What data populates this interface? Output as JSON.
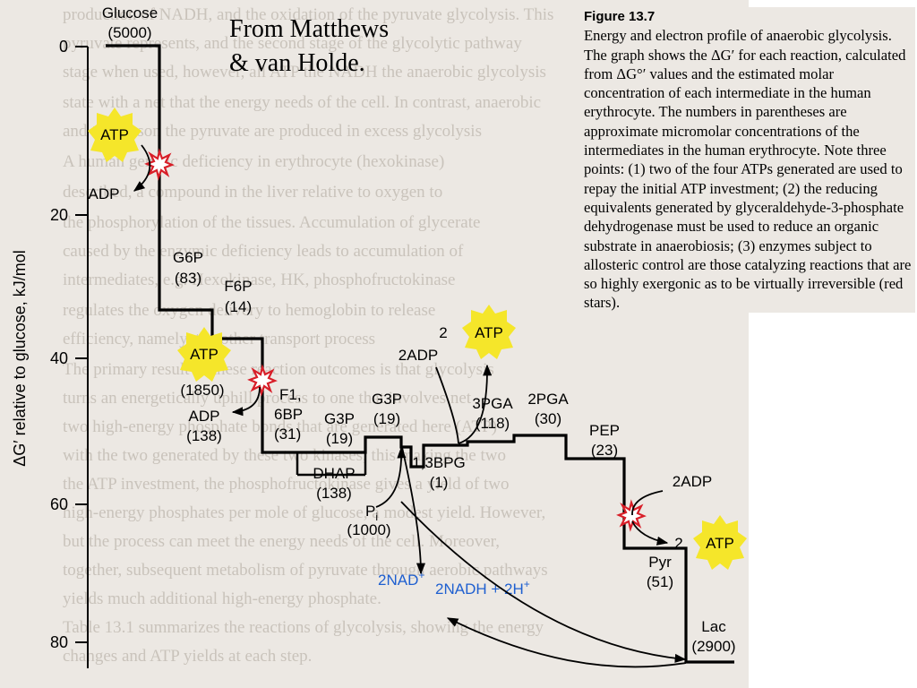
{
  "attribution": {
    "line1": "From Matthews",
    "line2": "& van Holde."
  },
  "caption": {
    "figure": "Figure 13.7",
    "text": "Energy and electron profile of anaerobic glycolysis. The graph shows the ΔG′ for each reaction, calculated from ΔG°′ values and the estimated molar concentration of each intermediate in the human erythrocyte. The numbers in parentheses are approximate micromolar concentrations of the intermediates in the human erythrocyte. Note three points: (1) two of the four ATPs generated are used to repay the initial ATP investment; (2) the reducing equivalents generated by glyceraldehyde-3-phosphate dehydrogenase must be used to reduce an organic substrate in anaerobiosis; (3) enzymes subject to allosteric control are those catalyzing reactions that are so highly exergonic as to be virtually irreversible (red stars)."
  },
  "axis": {
    "label": "ΔG′ relative to glucose, kJ/mol",
    "ticks": [
      "0",
      "20",
      "40",
      "60",
      "80"
    ]
  },
  "intermediates": {
    "glucose": {
      "name": "Glucose",
      "conc": "(5000)"
    },
    "g6p": {
      "name": "G6P",
      "conc": "(83)"
    },
    "f6p": {
      "name": "F6P",
      "conc": "(14)"
    },
    "f16bp": {
      "name": "F1,",
      "name2": "6BP",
      "conc": "(31)"
    },
    "dhap": {
      "name": "DHAP",
      "conc": "(138)"
    },
    "g3p_a": {
      "name": "G3P",
      "conc": "(19)"
    },
    "g3p_b": {
      "name": "G3P",
      "conc": "(19)"
    },
    "bpg": {
      "name": "1,3BPG",
      "conc": "(1)"
    },
    "pga3": {
      "name": "3PGA",
      "conc": "(118)"
    },
    "pga2": {
      "name": "2PGA",
      "conc": "(30)"
    },
    "pep": {
      "name": "PEP",
      "conc": "(23)"
    },
    "pyr": {
      "name": "Pyr",
      "conc": "(51)"
    },
    "lac": {
      "name": "Lac",
      "conc": "(2900)"
    }
  },
  "cofactors": {
    "atp1": "ATP",
    "adp1": "ADP",
    "atp2": "ATP",
    "atp2_conc": "(1850)",
    "adp2": "ADP",
    "adp2_conc": "(138)",
    "pi": "P",
    "pi_sub": "i",
    "pi_conc": "(1000)",
    "adp3": "2ADP",
    "atp3_coef": "2",
    "atp3": "ATP",
    "adp4": "2ADP",
    "atp4_coef": "2",
    "atp4": "ATP",
    "nad": "2NAD",
    "nad_sup": "+",
    "nadh": "2NADH + 2H",
    "nadh_sup": "+"
  },
  "ghost_text": [
    "production of NADH, and the oxidation of the pyruvate glycolysis. This",
    "pyruvate represents, and the second stage of the glycolytic pathway",
    "stage when used, however, all ATP the NADH the anaerobic glycolysis",
    "state with a net that the energy needs of the cell. In contrast, anaerobic",
    "and the reason the pyruvate are produced in excess glycolysis",
    "A human genetic deficiency in erythrocyte (hexokinase)",
    "described, a compound in the liver relative to oxygen to",
    "the phosphorylation of the tissues. Accumulation of glycerate",
    "caused by the enzymic deficiency leads to accumulation of",
    "intermediates, e.g. Hexokinase, HK, phosphofructokinase",
    "regulates the oxygen delivery to hemoglobin to release",
    "efficiency, namely, the other transport process",
    "The primary result of these reaction outcomes is that glycolysis",
    "turns an energetically uphill process to one that involves net",
    "two high-energy phosphate bonds that are generated here (ATP)",
    "with the two generated by these two kinases, this making the two",
    "the ATP investment, the phosphofructokinase gives a yield of two",
    "high-energy phosphates per mole of glucose, a modest yield. However,",
    "but the process can meet the energy needs of the cell. Moreover,",
    "together, subsequent metabolism of pyruvate through aerobic pathways",
    "yields much additional high-energy phosphate.",
    "Table 13.1 summarizes the reactions of glycolysis, showing the energy",
    "changes and ATP yields at each step."
  ],
  "colors": {
    "background": "#ece8e3",
    "profile": "#000000",
    "atp_star": "#f5e62a",
    "control_star": "#d81e28",
    "nad_text": "#1e5fd0",
    "ghost": "#c9c3bb"
  },
  "icons": {
    "atp_badge": "yellow-gear-star",
    "regulation_marker": "red-starburst",
    "arrow": "curved-arrow"
  }
}
